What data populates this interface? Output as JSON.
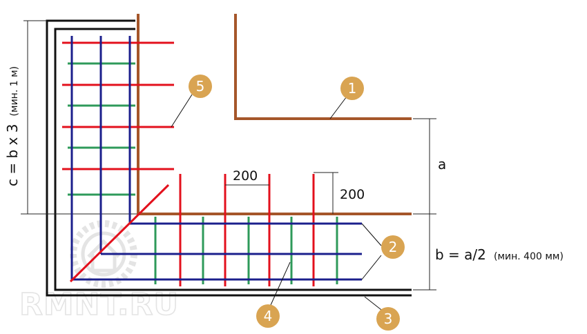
{
  "colors": {
    "wall": "#a5562a",
    "longitudinal_rebar": "#1b1f8c",
    "red_bar": "#e3101c",
    "green_bar": "#2e9a5a",
    "formwork": "#111111",
    "marker": "#d9a452",
    "marker_text": "#ffffff",
    "dimension": "#222222",
    "watermark": "#e4e4e4"
  },
  "labels": {
    "spacing_h": "200",
    "spacing_v": "200",
    "a": "a",
    "b_main": "b = a/2",
    "b_note": "(мин. 400 мм)",
    "c_main": "c = b x 3",
    "c_note": "(мин. 1 м)"
  },
  "markers": [
    "1",
    "2",
    "3",
    "4",
    "5"
  ],
  "watermark": {
    "text": "RMNT.RU",
    "icon": "house-in-gear-logo"
  }
}
